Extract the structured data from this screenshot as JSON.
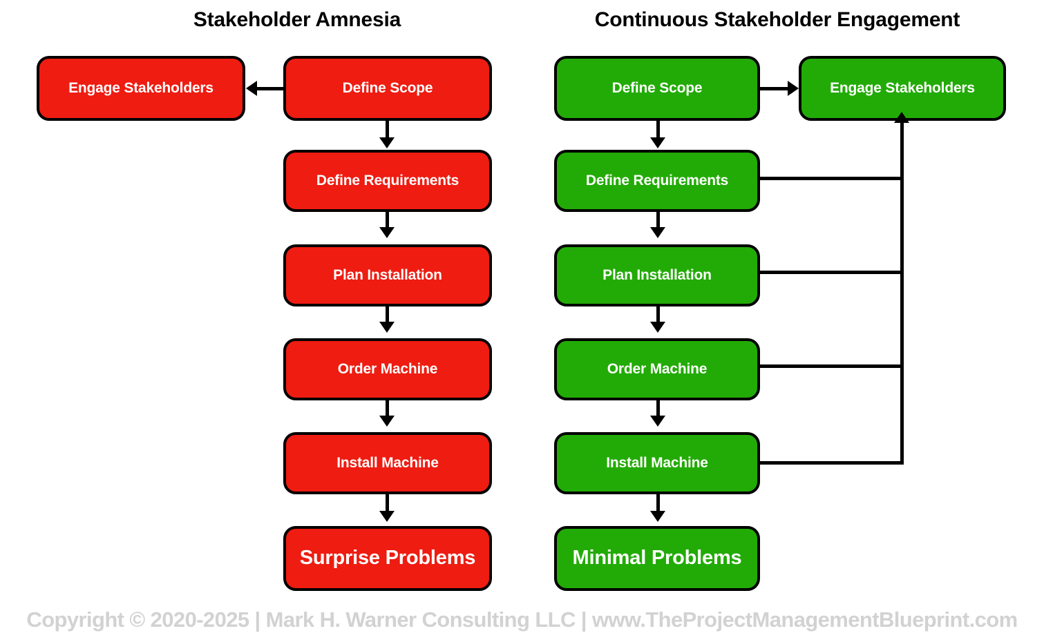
{
  "meta": {
    "colors": {
      "red": "#ee1c11",
      "green": "#22ab06",
      "stroke": "#000000",
      "node_text": "#ffffff",
      "title_text": "#000000",
      "footer_text": "#d2d2d2",
      "background": "#ffffff"
    }
  },
  "columns": {
    "left": {
      "title": "Stakeholder Amnesia",
      "color": "red",
      "side_node": {
        "label": "Engage Stakeholders"
      },
      "nodes": [
        {
          "label": "Define Scope"
        },
        {
          "label": "Define Requirements"
        },
        {
          "label": "Plan Installation"
        },
        {
          "label": "Order Machine"
        },
        {
          "label": "Install Machine"
        },
        {
          "label": "Surprise Problems",
          "emphasis": true
        }
      ]
    },
    "right": {
      "title": "Continuous Stakeholder Engagement",
      "color": "green",
      "side_node": {
        "label": "Engage Stakeholders"
      },
      "nodes": [
        {
          "label": "Define Scope"
        },
        {
          "label": "Define Requirements"
        },
        {
          "label": "Plan Installation"
        },
        {
          "label": "Order Machine"
        },
        {
          "label": "Install Machine"
        },
        {
          "label": "Minimal Problems",
          "emphasis": true
        }
      ]
    }
  },
  "footer": {
    "text": "Copyright © 2020-2025 | Mark H. Warner Consulting LLC | www.TheProjectManagementBlueprint.com"
  }
}
